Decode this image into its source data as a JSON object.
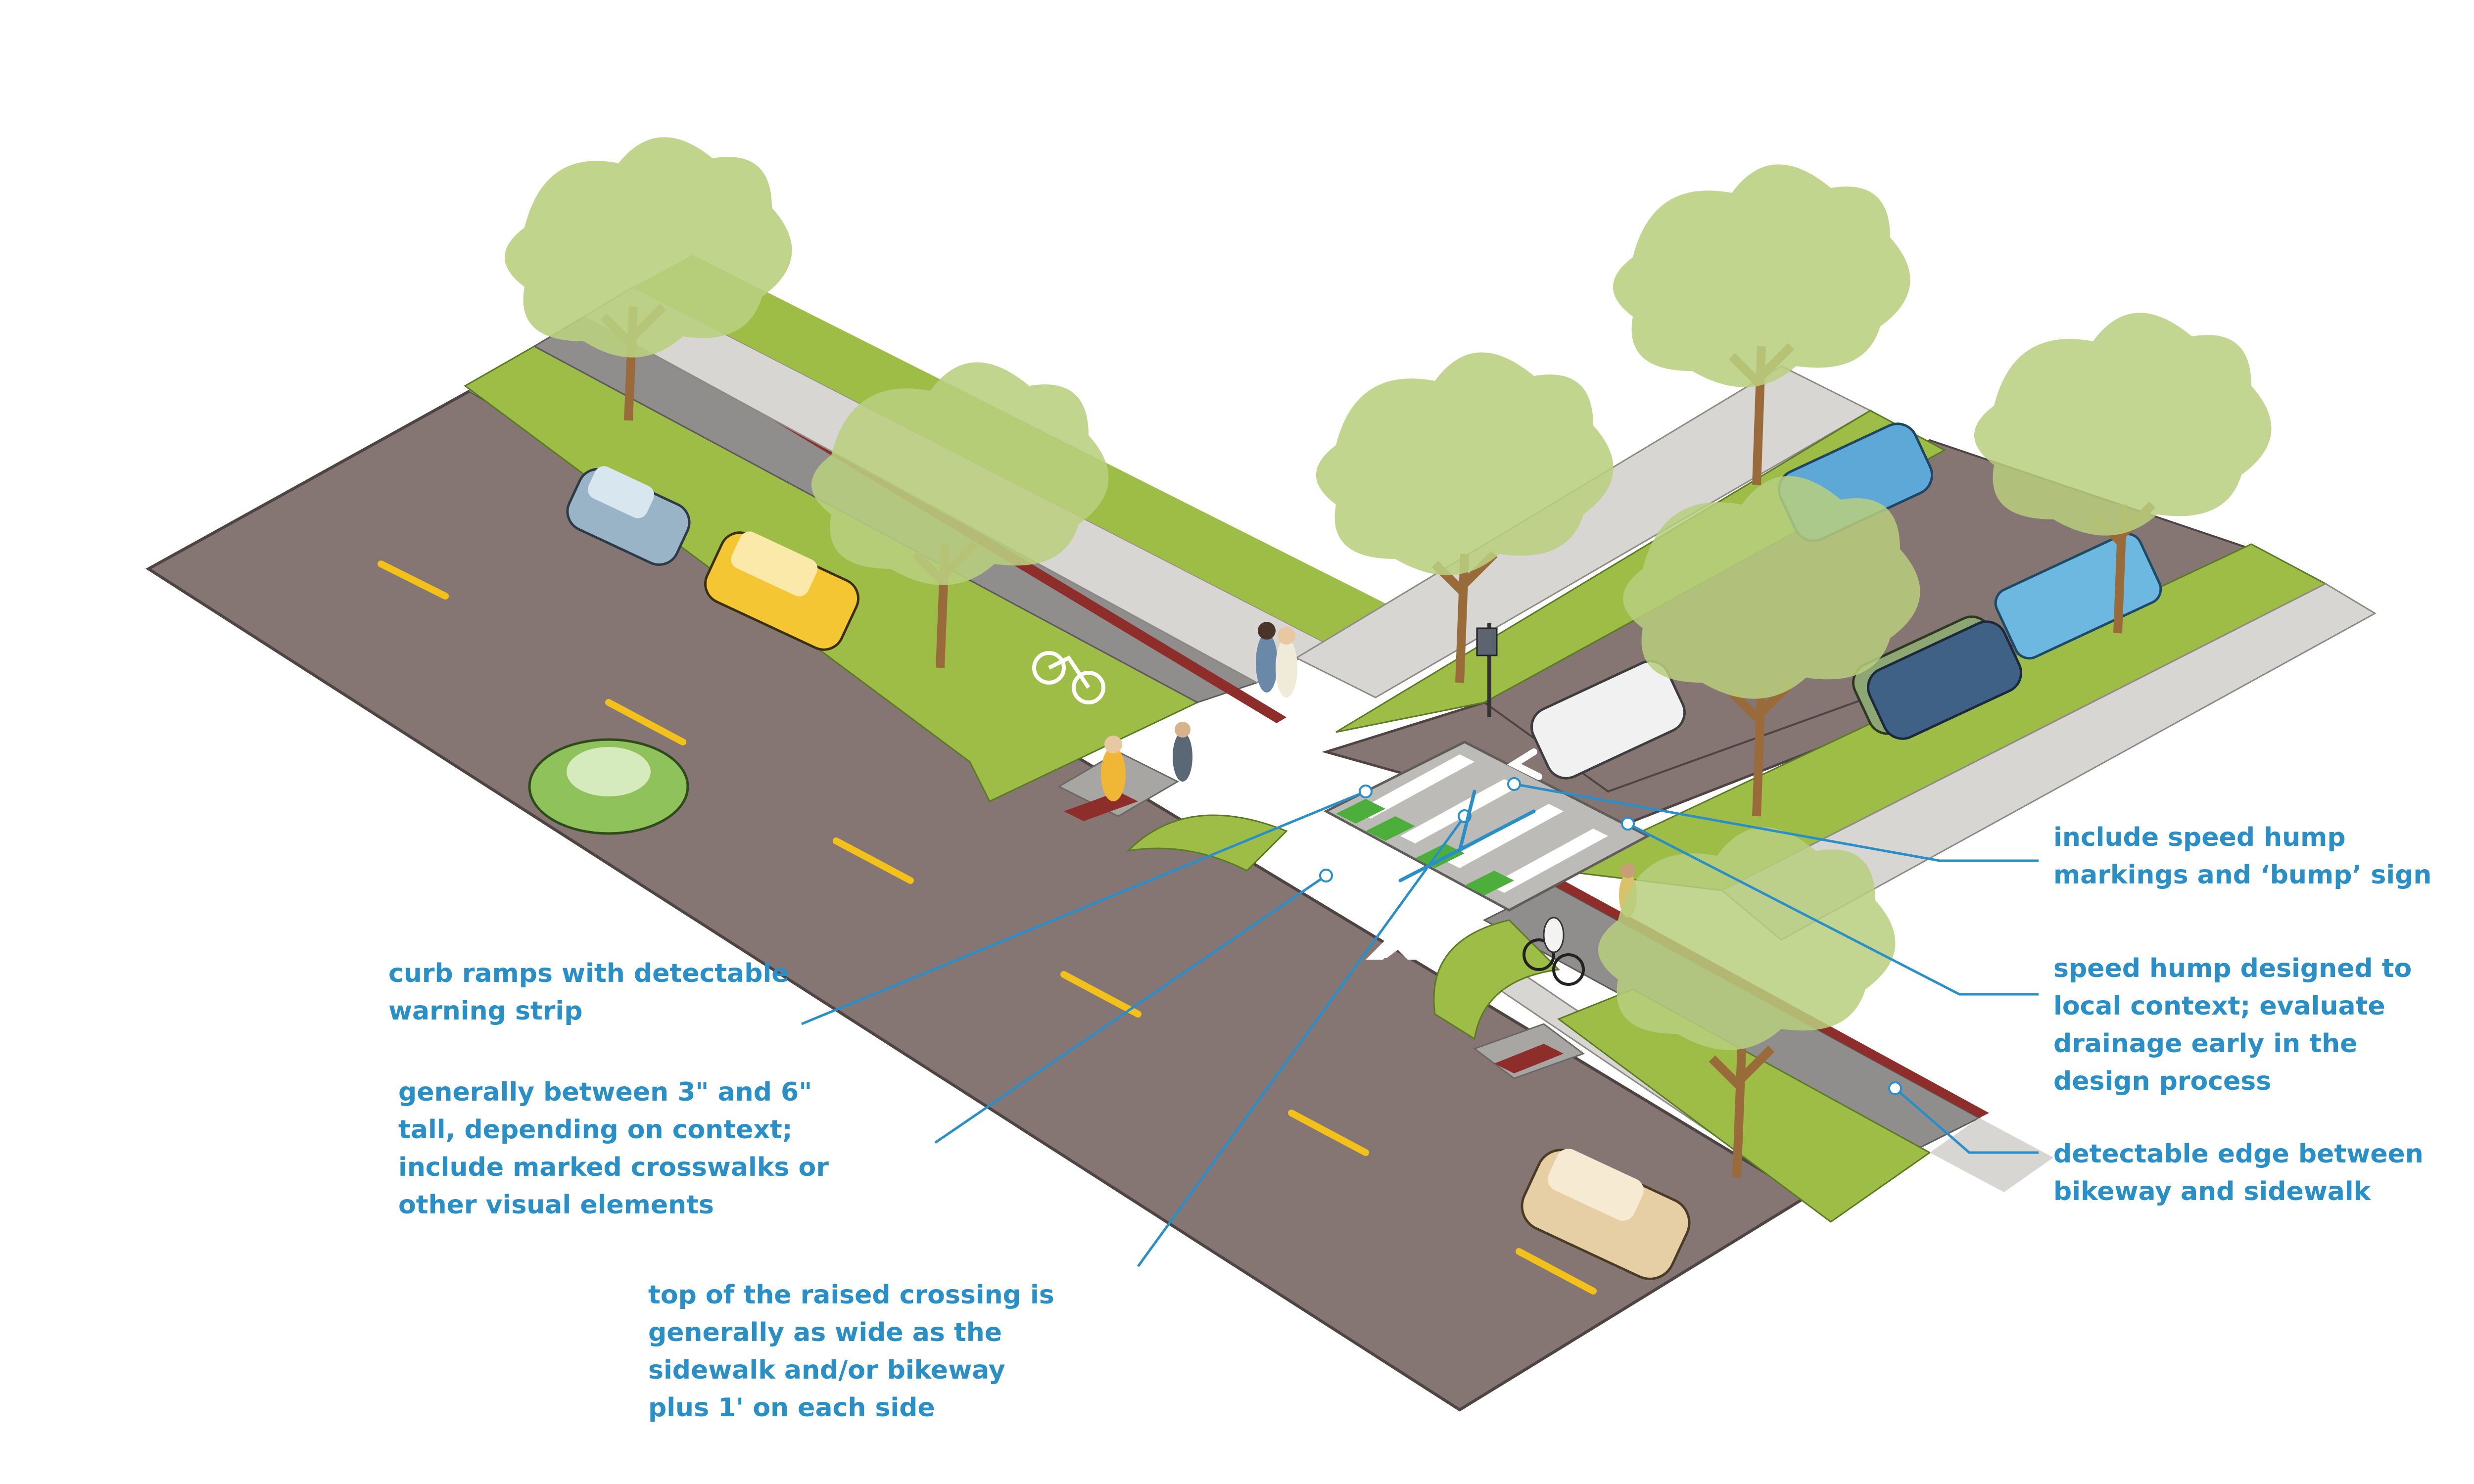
{
  "figure": {
    "callouts": [
      {
        "id": "curb-ramps",
        "lines": [
          "curb ramps with detectable",
          "warning strip"
        ]
      },
      {
        "id": "height",
        "lines": [
          "generally between 3\" and 6\"",
          "tall, depending on context;",
          "include marked crosswalks or",
          "other visual elements"
        ]
      },
      {
        "id": "top-width",
        "lines": [
          "top of the raised crossing is",
          "generally as wide as the",
          "sidewalk and/or bikeway",
          "plus 1' on each side"
        ]
      },
      {
        "id": "hump-markings",
        "lines": [
          "include speed hump",
          "markings and ‘bump’ sign"
        ]
      },
      {
        "id": "hump-context",
        "lines": [
          "speed hump designed to",
          "local context; evaluate",
          "drainage early in the",
          "design process"
        ]
      },
      {
        "id": "detectable-edge",
        "lines": [
          "detectable edge between",
          "bikeway and sidewalk"
        ]
      }
    ]
  },
  "colors": {
    "road": "#857573",
    "road_edge": "#5a4f4e",
    "sidewalk": "#d8d6d3",
    "grass": "#9dbd46",
    "bikeway": "#8d2e2a",
    "tree_canopy": "#b9cf7e",
    "tree_trunk": "#9a6b3a",
    "crossing_green": "#4caf3c",
    "lane_yellow": "#f2c21b",
    "callout_blue": "#2a8fc7"
  }
}
